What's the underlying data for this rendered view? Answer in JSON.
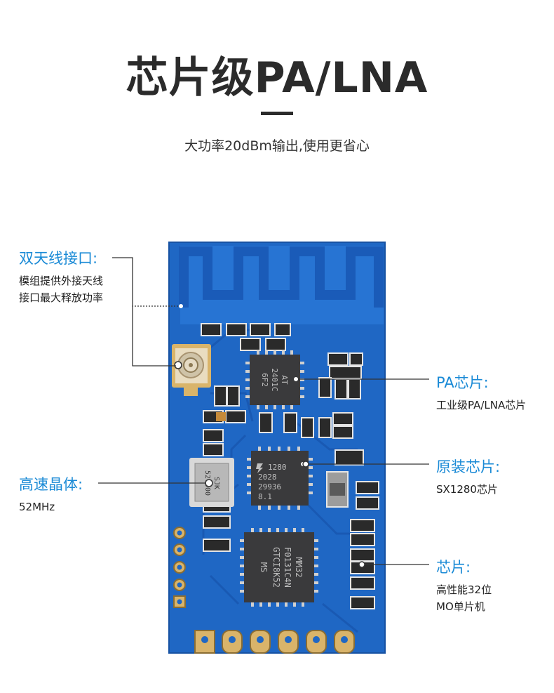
{
  "header": {
    "title": "芯片级PA/LNA",
    "subtitle": "大功率20dBm输出,使用更省心"
  },
  "annotations": {
    "antenna": {
      "title": "双天线接口:",
      "desc_lines": [
        "模组提供外接天线",
        "接口最大释放功率"
      ]
    },
    "crystal": {
      "title": "高速晶体:",
      "desc": "52MHz"
    },
    "pa_chip": {
      "title": "PA芯片:",
      "desc": "工业级PA/LNA芯片"
    },
    "original_chip": {
      "title": "原装芯片:",
      "desc": "SX1280芯片"
    },
    "mcu_chip": {
      "title": "芯片:",
      "desc_lines": [
        "高性能32位",
        "MO单片机"
      ]
    }
  },
  "board": {
    "crystal_marking": [
      "SJK",
      "52.000"
    ],
    "pa_chip_marking": [
      "AT",
      "2401C",
      "6F2"
    ],
    "rf_chip_marking": [
      "1280",
      "2028",
      "29936",
      "8.1"
    ],
    "mcu_marking": [
      "MM32",
      "F0131C4N",
      "GTCI8K52",
      "MS"
    ]
  },
  "colors": {
    "pcb": "#1f67c4",
    "pcb_light": "#2e7fe0",
    "accent": "#1a8ad6",
    "pad": "#d9b46a",
    "chip": "#3a3a3c"
  }
}
